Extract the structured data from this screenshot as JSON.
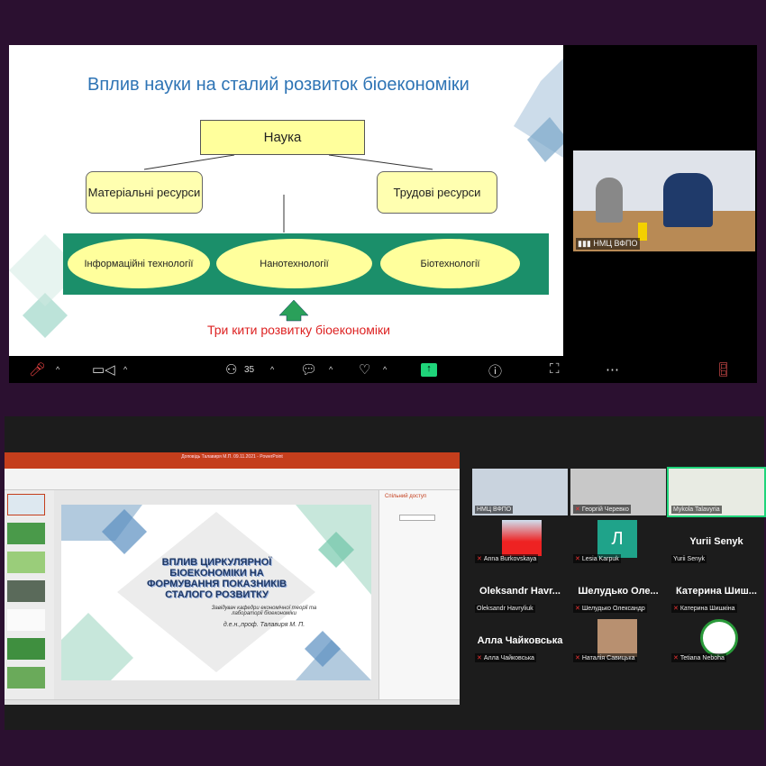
{
  "top_meeting": {
    "slide": {
      "title": "Вплив науки на сталий розвиток біоекономіки",
      "root": "Наука",
      "left_box": "Матеріальні ресурси",
      "right_box": "Трудові ресурси",
      "ellipses": [
        "Інформаційні технології",
        "Нанотехнології",
        "Біотехнології"
      ],
      "caption": "Три кити розвитку біоекономіки"
    },
    "video": {
      "name": "НМЦ ВФПО"
    },
    "toolbar": {
      "participants_count": "35"
    }
  },
  "bottom_meeting": {
    "ppt": {
      "window_title": "Доповідь Талавиря М.П. 09.11.2021 - PowerPoint",
      "slide_title": "ВПЛИВ ЦИРКУЛЯРНОЇ БІОЕКОНОМІКИ НА ФОРМУВАННЯ ПОКАЗНИКІВ СТАЛОГО РОЗВИТКУ",
      "subtitle": "Завідувач кафедри економічної теорії та лабораторії біоекономіки",
      "author": "д.е.н.,проф. Талавиря М. П.",
      "side_pane_title": "Спільний доступ"
    },
    "participants": [
      {
        "name": "НМЦ ВФПО",
        "muted": false
      },
      {
        "name": "Георгій Черевко",
        "muted": true
      },
      {
        "name": "Mykola Talavyria",
        "muted": false,
        "active": true
      },
      {
        "name": "Anna Burkovskaya",
        "muted": true
      },
      {
        "name": "Lesia Karpuk",
        "muted": true,
        "initial": "Л"
      },
      {
        "name": "Yurii Senyk",
        "muted": false,
        "display": "Yurii Senyk"
      },
      {
        "name": "Oleksandr Havryliuk",
        "muted": false,
        "display": "Oleksandr  Havr..."
      },
      {
        "name": "Шелудько Олександр",
        "muted": true,
        "display": "Шелудько  Оле..."
      },
      {
        "name": "Катерина Шишкіна",
        "muted": true,
        "display": "Катерина  Шиш..."
      },
      {
        "name": "Алла Чайковська",
        "muted": true,
        "display": "Алла Чайковська"
      },
      {
        "name": "Наталія Савицька",
        "muted": true
      },
      {
        "name": "Tetiana Neboha",
        "muted": true
      }
    ]
  },
  "colors": {
    "bg": "#2b1030",
    "accent_green": "#1fd47a",
    "ppt_red": "#c43e1c",
    "title_blue": "#2e74b5"
  }
}
